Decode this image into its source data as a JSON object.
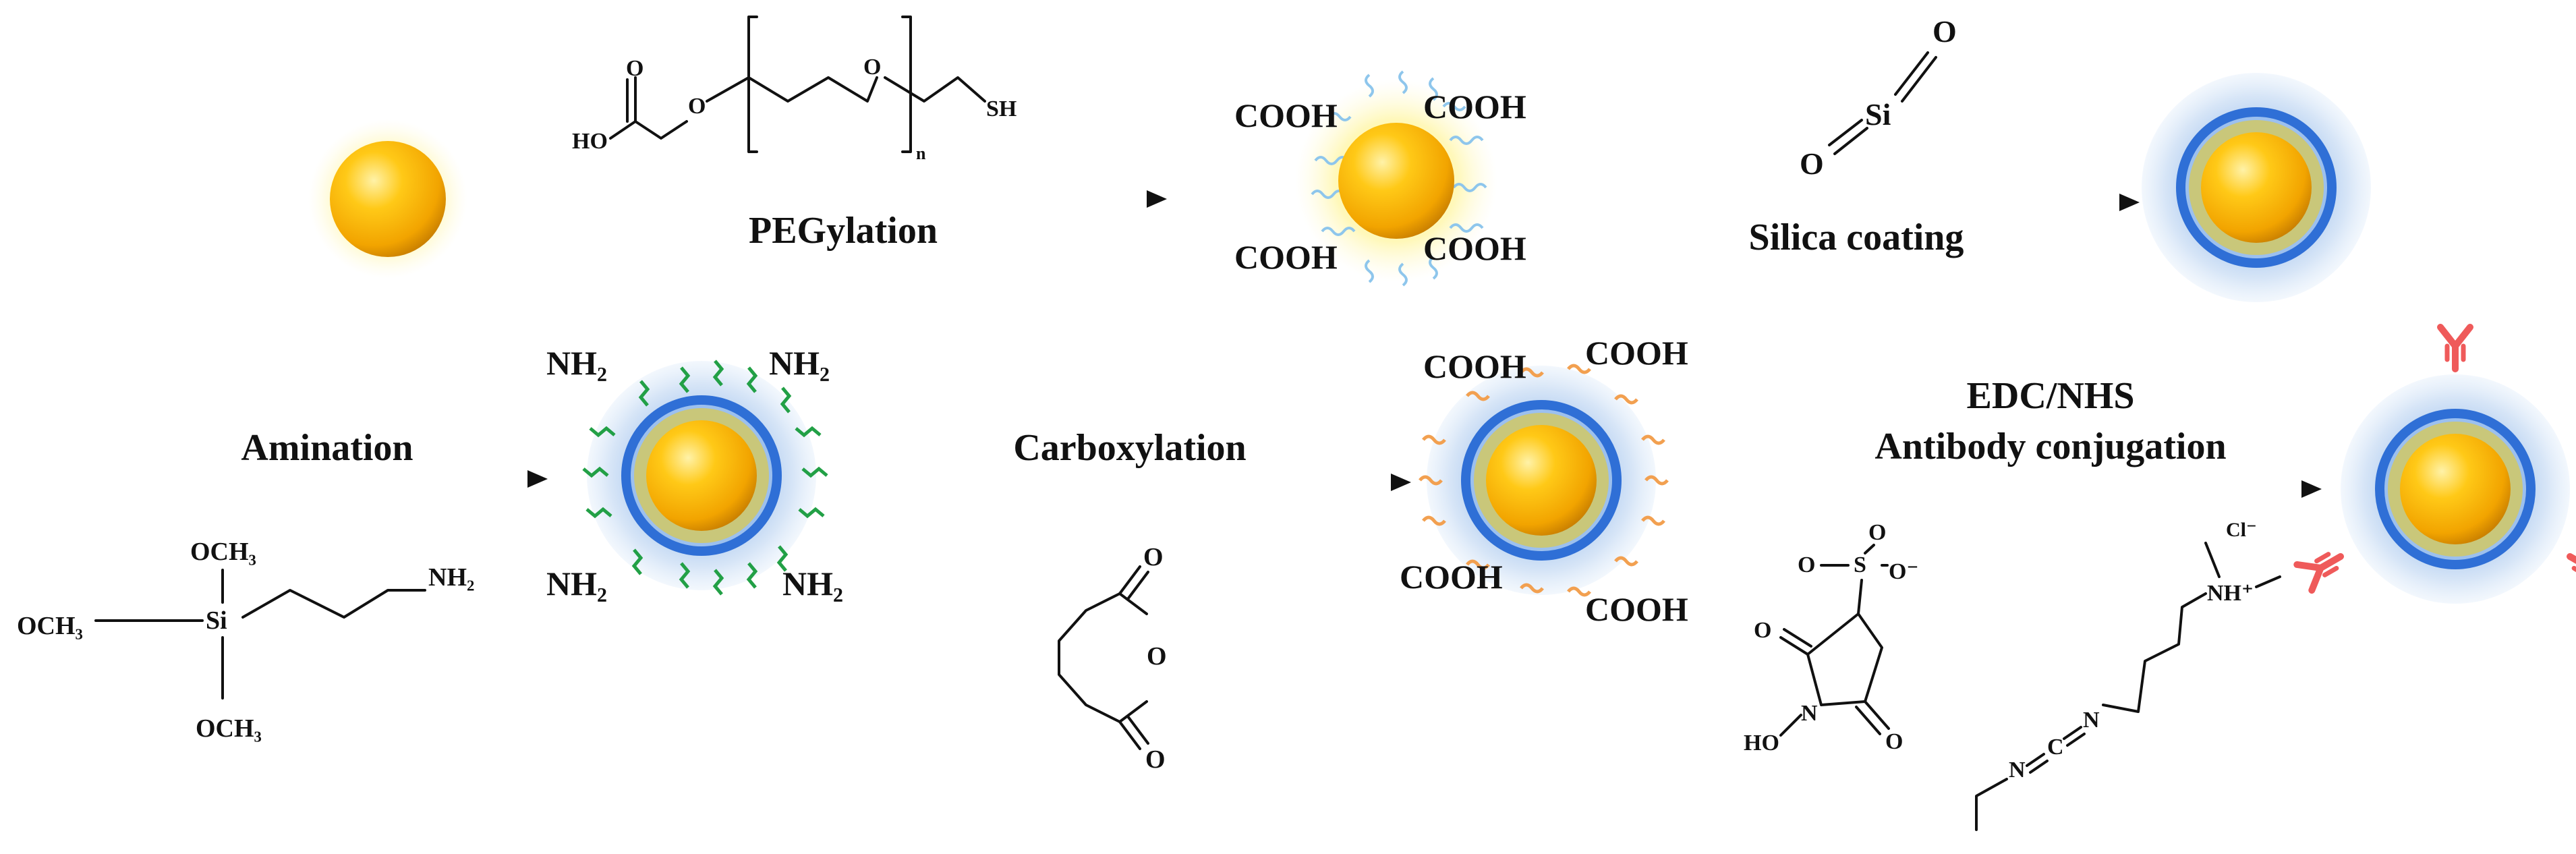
{
  "colors": {
    "gold_light": "#ffe27a",
    "gold_core": "#f7b500",
    "gold_dark": "#d98b00",
    "silica_blue": "#2f6fd6",
    "halo_blue": "#cfe0f5",
    "peg_chain": "#8ec6ec",
    "amine_chain": "#22a046",
    "carboxyl_chain": "#f2a050",
    "antibody_red": "#ef5a5a",
    "arrow": "#222222"
  },
  "steps": {
    "pegylation": "PEGylation",
    "silica": "Silica coating",
    "amination": "Amination",
    "carboxylation": "Carboxylation",
    "edc_nhs": "EDC/NHS",
    "antibody": "Antibody conjugation"
  },
  "peg_reagent": {
    "ho": "HO",
    "o": "O",
    "sh": "SH",
    "n": "n"
  },
  "silica_reagent": {
    "o": "O",
    "si": "Si"
  },
  "pegylated_np": {
    "groups": [
      "COOH",
      "COOH",
      "COOH",
      "COOH"
    ]
  },
  "aminated_np": {
    "groups": [
      "NH₂",
      "NH₂",
      "NH₂",
      "NH₂"
    ]
  },
  "carboxylated_np": {
    "groups": [
      "COOH",
      "COOH",
      "COOH",
      "COOH"
    ]
  },
  "aptes": {
    "och3": "OCH₃",
    "si": "Si",
    "nh2": "NH₂"
  },
  "anhydride": {
    "o": "O"
  },
  "nhs": {
    "o": "O",
    "so3": "S",
    "o_minus": "O⁻",
    "ho": "HO",
    "n": "N"
  },
  "edc": {
    "n": "N",
    "c": "C",
    "nh": "NH⁺",
    "cl": "Cl⁻"
  }
}
